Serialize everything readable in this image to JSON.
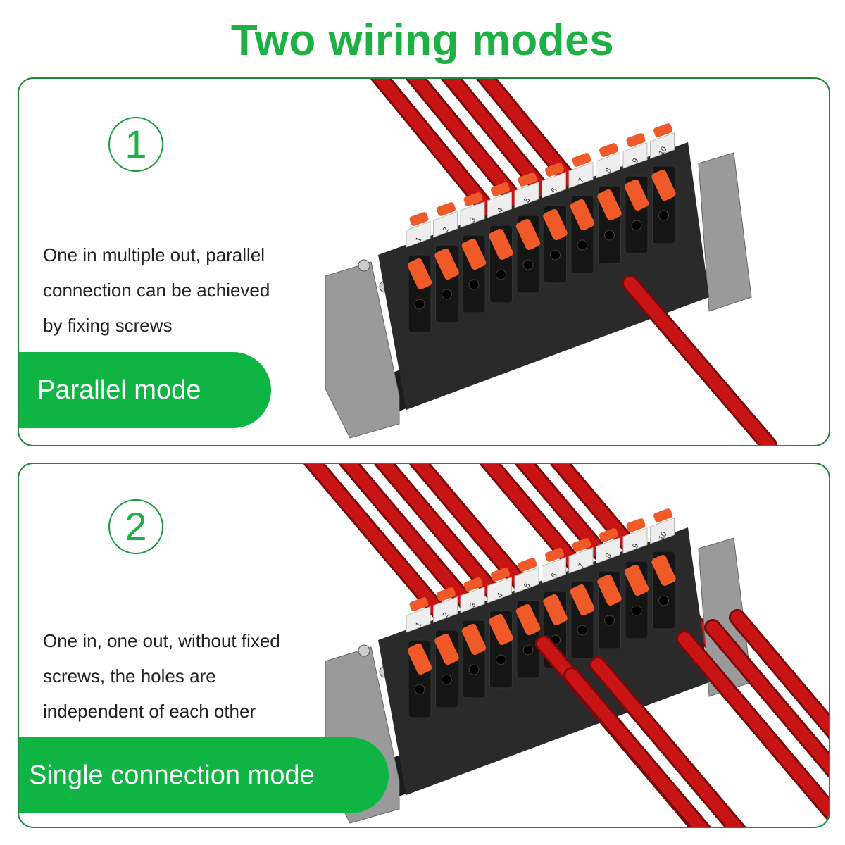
{
  "title": "Two wiring modes",
  "modes": [
    {
      "number": "1",
      "description": [
        "One in multiple out, parallel",
        "connection can be achieved",
        "by fixing screws"
      ],
      "label": "Parallel mode"
    },
    {
      "number": "2",
      "description": [
        "One in, one out, without fixed",
        "screws, the holes are",
        "independent of each other"
      ],
      "label": "Single connection mode"
    }
  ],
  "terminal_labels": [
    "1",
    "2",
    "3",
    "4",
    "5",
    "6",
    "7",
    "8",
    "9",
    "10"
  ],
  "colors": {
    "accent": "#0eb543",
    "title": "#1db144",
    "wire": "#c81414",
    "lever": "#f05a28",
    "housing": "#2a2a2a",
    "rail": "#9a9a9a"
  }
}
